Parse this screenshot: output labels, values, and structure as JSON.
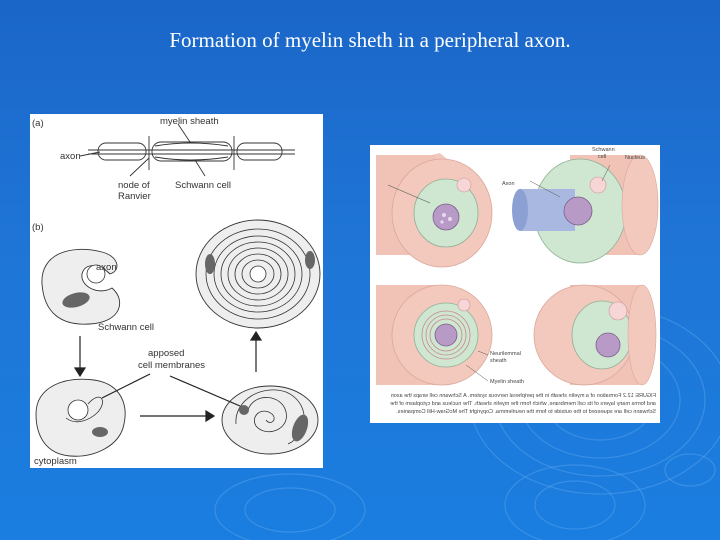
{
  "title": "Formation of myelin sheth in a peripheral axon.",
  "left_figure": {
    "part_a": "(a)",
    "part_b": "(b)",
    "labels": {
      "myelin_sheath": "myelin sheath",
      "axon_top": "axon",
      "node_of_ranvier_1": "node of",
      "node_of_ranvier_2": "Ranvier",
      "schwann_cell_top": "Schwann cell",
      "axon_b": "axon",
      "schwann_cell_b": "Schwann cell",
      "apposed_1": "apposed",
      "apposed_2": "cell membranes",
      "cytoplasm": "cytoplasm"
    }
  },
  "right_figure": {
    "labels": {
      "schwann_cell_1": "Schwann",
      "schwann_cell_2": "cell",
      "nucleus": "Nucleus",
      "axon": "Axon",
      "neurilemma_1": "Neurilemmal",
      "neurilemma_2": "sheath",
      "myelin_sheath": "Myelin sheath"
    },
    "caption_lines": [
      "FIGURE 12.2 Formation of a myelin sheath in the peripheral nervous system. A Schwann cell wraps the axon",
      "and forms many layers of its cell membrane, which form the myelin sheath. The nucleus and cytoplasm of the",
      "Schwann cell are squeezed to the outside to form the neurilemma. Copyright The McGraw-Hill Companies."
    ]
  },
  "colors": {
    "background": "#1f75d6",
    "cell_pink": "#f4c9bd",
    "cell_green": "#cfe6d0",
    "nucleus_purple": "#b89ac6",
    "axon_blue": "#a9b8e0"
  }
}
